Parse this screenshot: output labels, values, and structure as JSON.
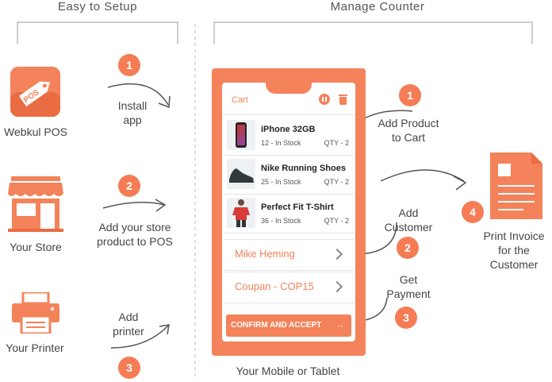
{
  "headings": {
    "left": "Easy to Setup",
    "right": "Manage Counter"
  },
  "left_items": [
    {
      "label": "Webkul POS",
      "step": "1",
      "step_text": "Install\napp",
      "icon": "pos-tag-icon"
    },
    {
      "label": "Your Store",
      "step": "2",
      "step_text": "Add your store\nproduct to POS",
      "icon": "store-icon"
    },
    {
      "label": "Your Printer",
      "step": "3",
      "step_text": "Add\nprinter",
      "icon": "printer-icon"
    }
  ],
  "device": {
    "caption": "Your Mobile or Tablet",
    "cart_title": "Cart",
    "products": [
      {
        "name": "iPhone 32GB",
        "stock": "12 - In Stock",
        "qty": "QTY - 2",
        "icon": "phone-thumb-icon"
      },
      {
        "name": "Nike Running Shoes",
        "stock": "25 - In Stock",
        "qty": "QTY - 2",
        "icon": "shoe-thumb-icon"
      },
      {
        "name": "Perfect Fit T-Shirt",
        "stock": "36 - In Stock",
        "qty": "QTY - 2",
        "icon": "shirt-thumb-icon"
      }
    ],
    "customer": "Mike Heming",
    "coupon": "Coupan - COP15",
    "confirm_label": "CONFIRM AND ACCEPT"
  },
  "right_steps": [
    {
      "step": "1",
      "text": "Add Product\nto Cart"
    },
    {
      "step": "2",
      "text": "Add\nCustomer"
    },
    {
      "step": "3",
      "text": "Get\nPayment"
    },
    {
      "step": "4",
      "text": "Print Invoice\nfor the\nCustomer"
    }
  ],
  "colors": {
    "accent": "#f4825a",
    "badge": "#f57c55",
    "text": "#444444"
  }
}
